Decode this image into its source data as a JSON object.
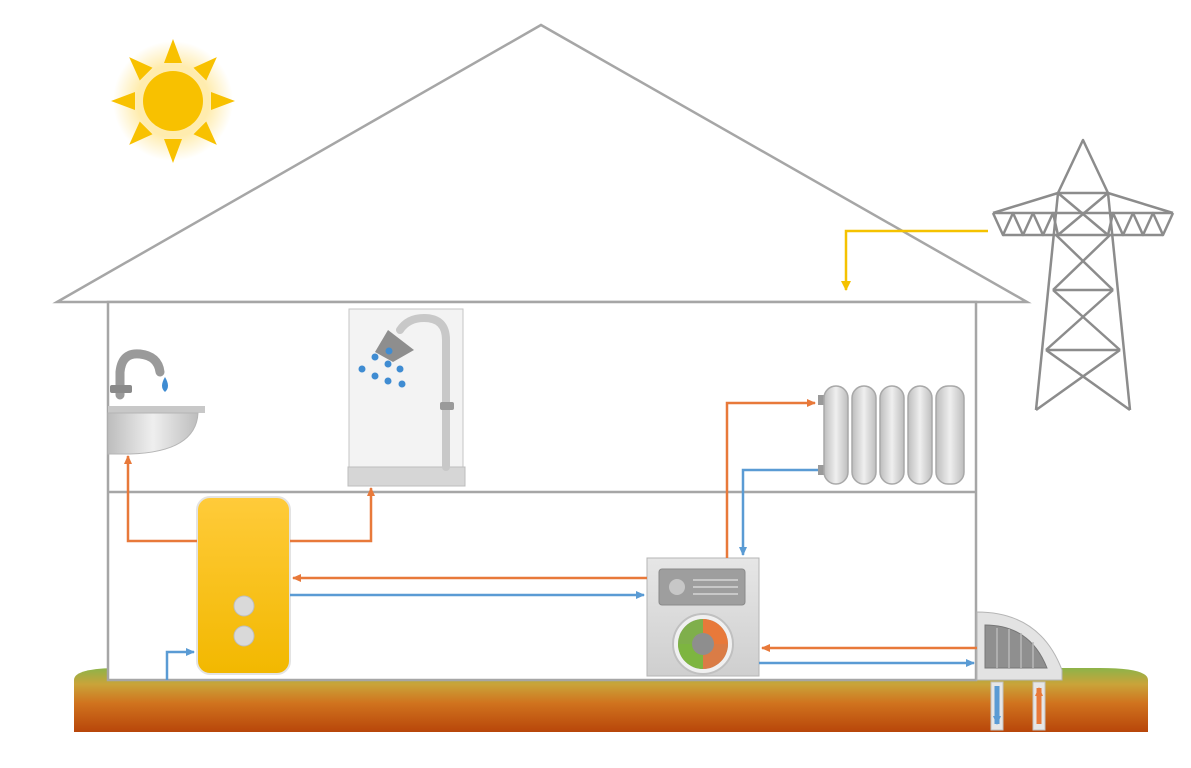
{
  "diagram": {
    "kind": "home heat pump energy system illustration",
    "colors": {
      "hot_flow": "#E8793A",
      "cold_flow": "#5A9BD4",
      "electric_flow": "#F5C200",
      "house_outline": "#A6A6A6",
      "sun": "#F8C100",
      "tank": "#FFC000",
      "soil_top": "#8DB44A",
      "soil_bottom": "#B8460A"
    },
    "elements": [
      {
        "name": "sun-icon"
      },
      {
        "name": "power-pylon-icon"
      },
      {
        "name": "sink-icon"
      },
      {
        "name": "shower-icon"
      },
      {
        "name": "radiator-icon"
      },
      {
        "name": "hot-water-tank"
      },
      {
        "name": "heat-pump-unit"
      },
      {
        "name": "ground-heat-exchanger"
      }
    ]
  }
}
